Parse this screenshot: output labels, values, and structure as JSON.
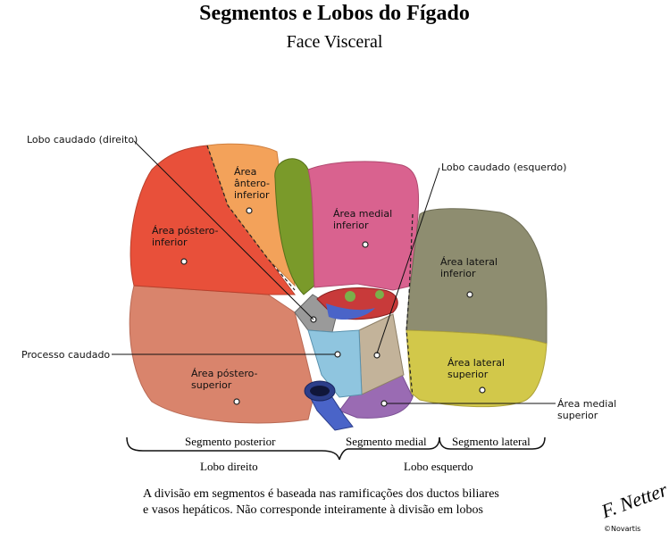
{
  "title": "Segmentos e Lobos do Fígado",
  "subtitle": "Face Visceral",
  "labels": {
    "lobo_caudado_direito": "Lobo caudado (direito)",
    "lobo_caudado_esquerdo": "Lobo caudado (esquerdo)",
    "processo_caudado": "Processo caudado",
    "area_medial_superior_1": "Área medial",
    "area_medial_superior_2": "superior",
    "area_antero_1": "Área",
    "area_antero_2": "ântero-",
    "area_antero_3": "inferior",
    "area_postero_inf_1": "Área póstero-",
    "area_postero_inf_2": "inferior",
    "area_medial_inf_1": "Área medial",
    "area_medial_inf_2": "inferior",
    "area_lateral_inf_1": "Área lateral",
    "area_lateral_inf_2": "inferior",
    "area_lateral_sup_1": "Área lateral",
    "area_lateral_sup_2": "superior",
    "area_postero_sup_1": "Área póstero-",
    "area_postero_sup_2": "superior"
  },
  "segments": {
    "posterior": "Segmento posterior",
    "medial": "Segmento medial",
    "lateral": "Segmento lateral",
    "lobo_direito": "Lobo direito",
    "lobo_esquerdo": "Lobo esquerdo"
  },
  "caption": {
    "line1": "A divisão em segmentos é baseada nas ramificações dos ductos biliares",
    "line2": "e vasos hepáticos. Não corresponde inteiramente à divisão em lobos"
  },
  "signature": "F. Netter",
  "copyright": "©Novartis",
  "colors": {
    "postero_inferior": "#e8503a",
    "postero_superior": "#d9846c",
    "antero_inferior": "#f3a25a",
    "medial_inferior": "#d9628f",
    "lateral_inferior": "#8e8d70",
    "lateral_superior": "#d2c84a",
    "medial_superior": "#9a6bb3",
    "caudate": "#c3b39a",
    "caudate_process": "#8fc5df",
    "gallbladder": "#7a9a2a",
    "vena_cava": "#4a64c8"
  }
}
